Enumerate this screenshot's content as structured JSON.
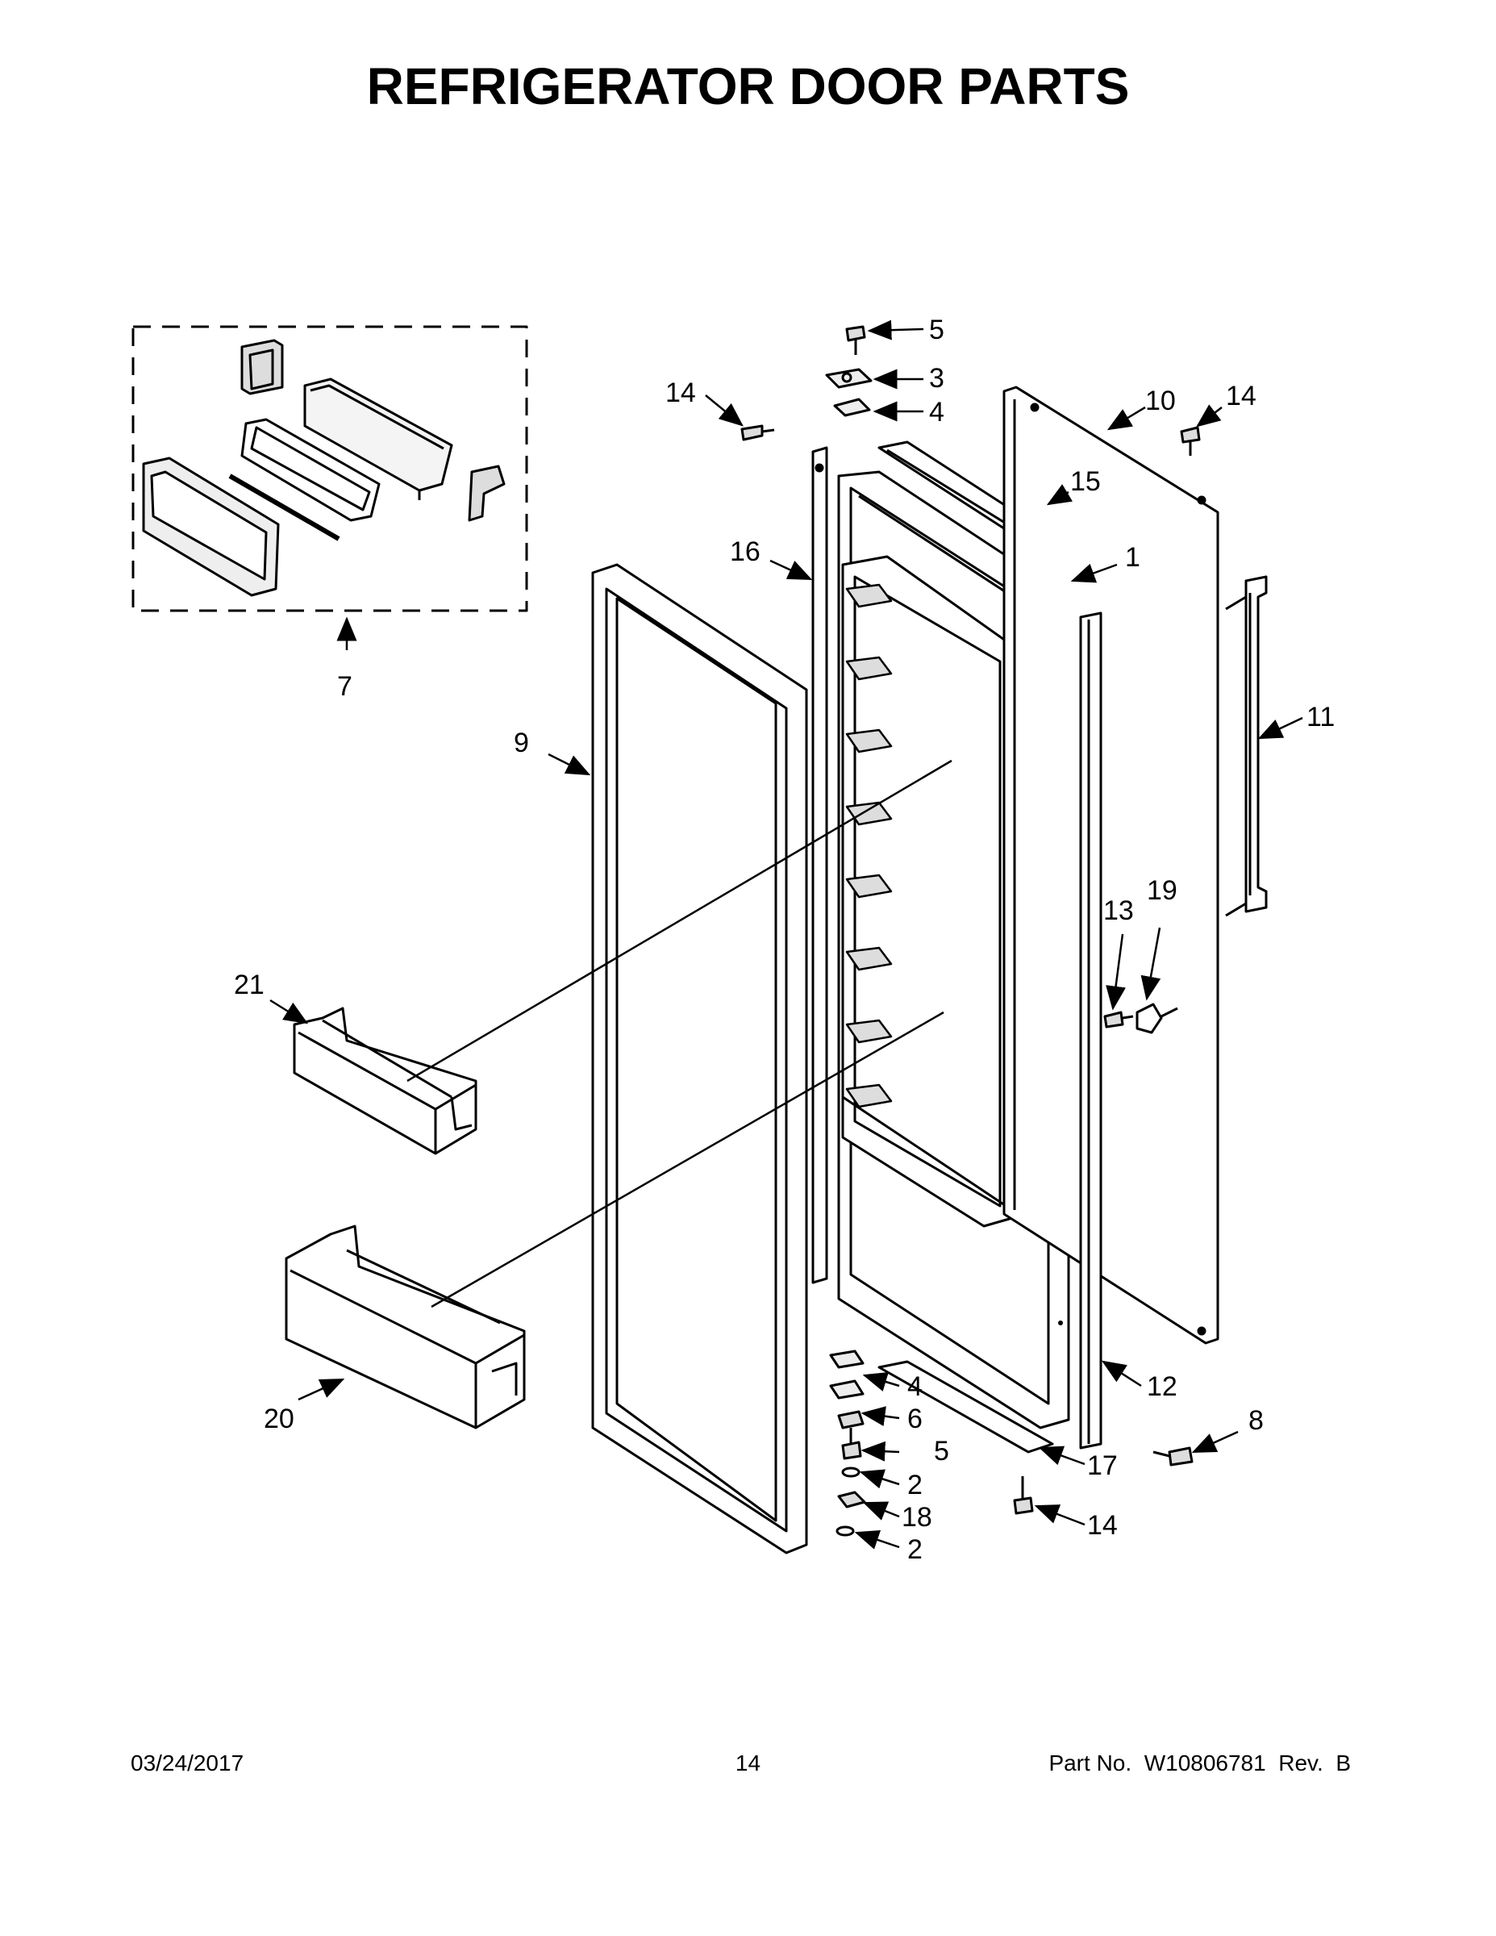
{
  "title": "REFRIGERATOR DOOR PARTS",
  "callouts": {
    "c1": "1",
    "c2a": "2",
    "c2b": "2",
    "c3": "3",
    "c4a": "4",
    "c4b": "4",
    "c5a": "5",
    "c5b": "5",
    "c6": "6",
    "c7": "7",
    "c8": "8",
    "c9": "9",
    "c10": "10",
    "c11": "11",
    "c12": "12",
    "c13": "13",
    "c14a": "14",
    "c14b": "14",
    "c14c": "14",
    "c15": "15",
    "c16": "16",
    "c17": "17",
    "c18": "18",
    "c19": "19",
    "c20": "20",
    "c21": "21"
  },
  "footer": {
    "date": "03/24/2017",
    "page": "14",
    "part": "Part No.  W10806781  Rev.  B"
  }
}
